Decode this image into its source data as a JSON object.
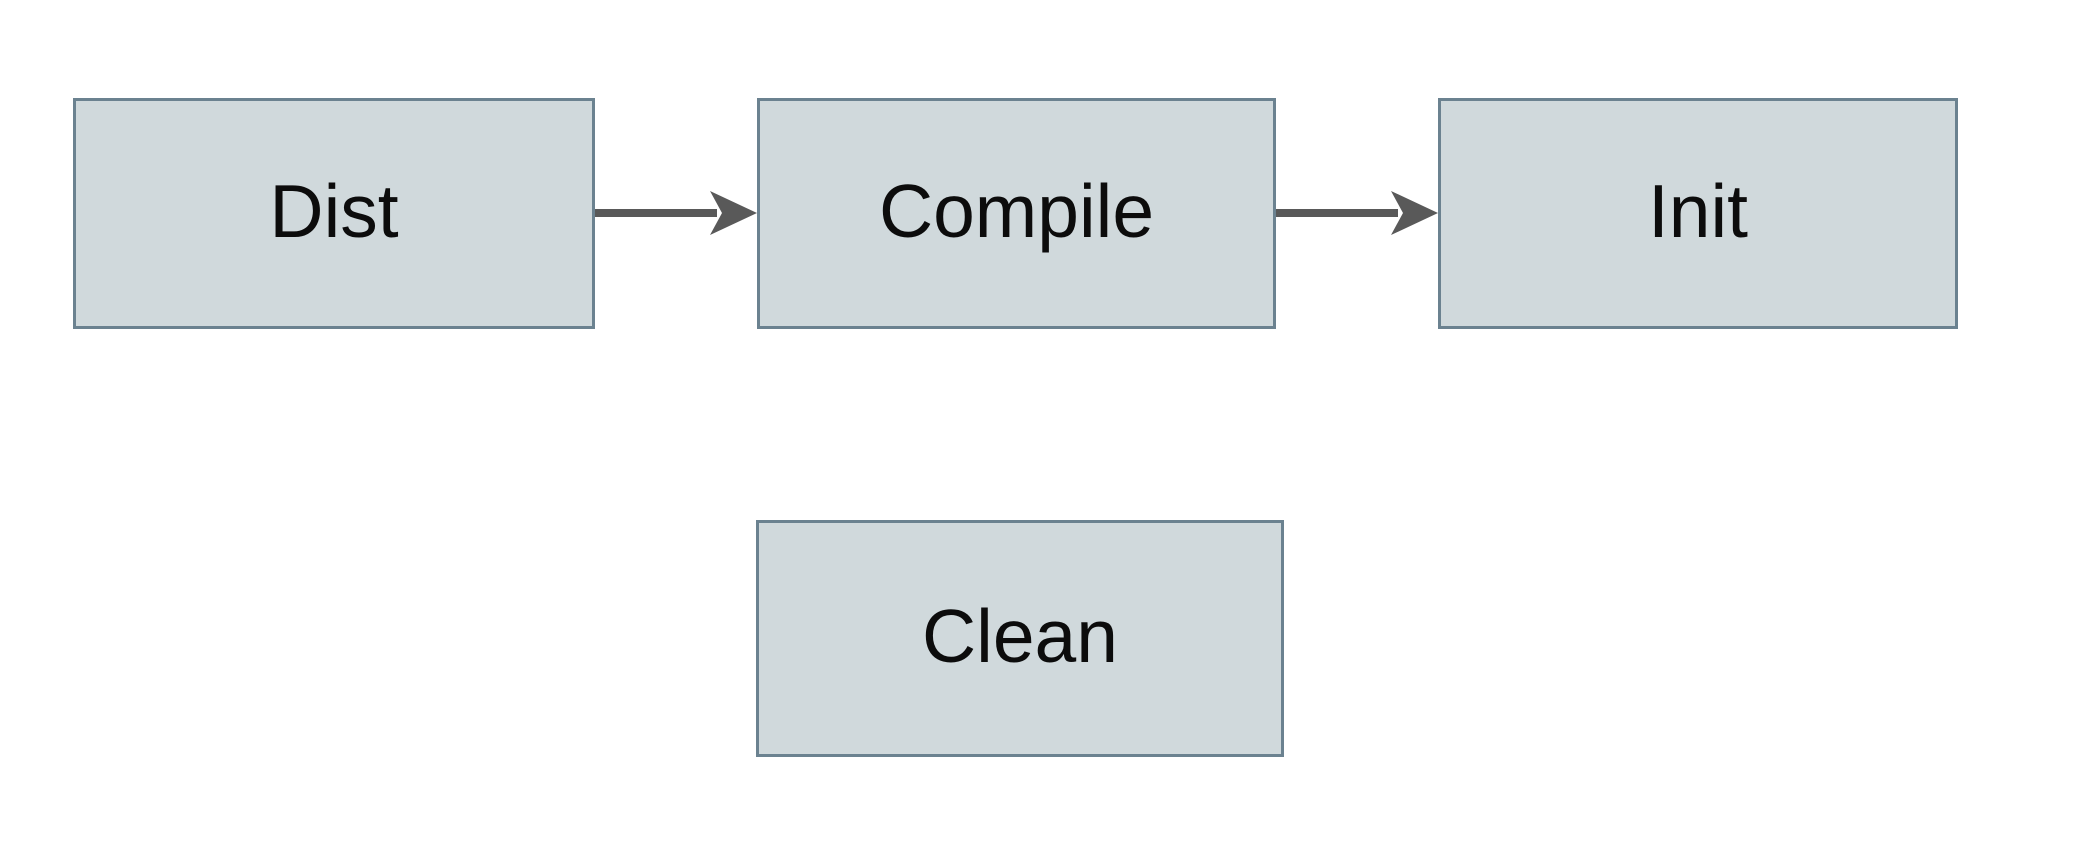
{
  "diagram": {
    "title": "build-targets-flowchart",
    "colors": {
      "background": "#ffffff",
      "node_fill": "#d0d9dc",
      "node_border": "#6b8290",
      "arrow": "#595959",
      "text": "#0c0c0c"
    },
    "nodes": [
      {
        "id": "dist",
        "label": "Dist"
      },
      {
        "id": "compile",
        "label": "Compile"
      },
      {
        "id": "init",
        "label": "Init"
      },
      {
        "id": "clean",
        "label": "Clean"
      }
    ],
    "edges": [
      {
        "from": "Dist",
        "to": "Compile"
      },
      {
        "from": "Compile",
        "to": "Init"
      }
    ]
  }
}
